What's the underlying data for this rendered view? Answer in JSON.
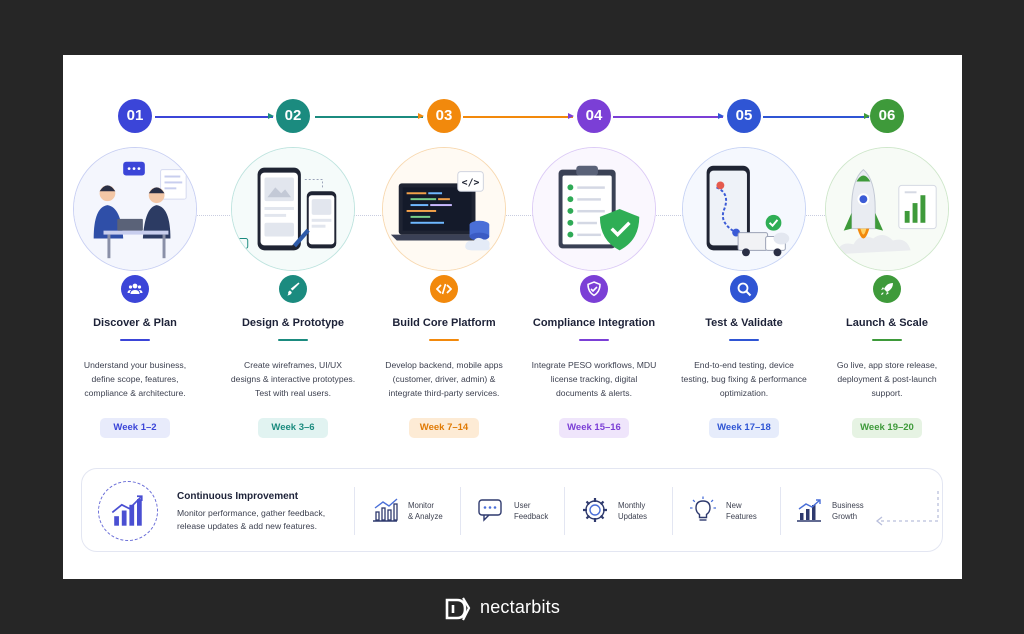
{
  "steps": [
    {
      "num": "01",
      "title": "Discover & Plan",
      "desc": "Understand your business, define scope, features, compliance & architecture.",
      "week": "Week 1–2",
      "color": "#3b45d8",
      "light": "#e8ebfb",
      "icon": "users-icon"
    },
    {
      "num": "02",
      "title": "Design & Prototype",
      "desc": "Create wireframes, UI/UX designs & interactive prototypes. Test with real users.",
      "week": "Week 3–6",
      "color": "#1b8b7f",
      "light": "#e1f3f1",
      "icon": "brush-icon"
    },
    {
      "num": "03",
      "title": "Build Core Platform",
      "desc": "Develop backend, mobile apps (customer, driver, admin) & integrate third-party services.",
      "week": "Week 7–14",
      "color": "#f2890c",
      "light": "#fdebd5",
      "icon": "code-icon"
    },
    {
      "num": "04",
      "title": "Compliance Integration",
      "desc": "Integrate PESO workflows, MDU license tracking, digital documents & alerts.",
      "week": "Week 15–16",
      "color": "#7b3fd6",
      "light": "#efe5fb",
      "icon": "shield-check-icon"
    },
    {
      "num": "05",
      "title": "Test & Validate",
      "desc": "End-to-end testing, device testing, bug fixing & performance optimization.",
      "week": "Week 17–18",
      "color": "#2f55d4",
      "light": "#e6ecfb",
      "icon": "search-icon"
    },
    {
      "num": "06",
      "title": "Launch & Scale",
      "desc": "Go live, app store release, deployment & post-launch support.",
      "week": "Week 19–20",
      "color": "#3e9a3a",
      "light": "#e6f3e3",
      "icon": "rocket-icon"
    }
  ],
  "improvement": {
    "title": "Continuous Improvement",
    "desc": "Monitor performance, gather feedback, release updates & add new features.",
    "features": [
      {
        "label_1": "Monitor",
        "label_2": "& Analyze",
        "icon": "chart-icon"
      },
      {
        "label_1": "User",
        "label_2": "Feedback",
        "icon": "chat-icon"
      },
      {
        "label_1": "Monthly",
        "label_2": "Updates",
        "icon": "gear-icon"
      },
      {
        "label_1": "New",
        "label_2": "Features",
        "icon": "bulb-icon"
      },
      {
        "label_1": "Business",
        "label_2": "Growth",
        "icon": "growth-icon"
      }
    ]
  },
  "brand": {
    "name": "nectarbits"
  }
}
